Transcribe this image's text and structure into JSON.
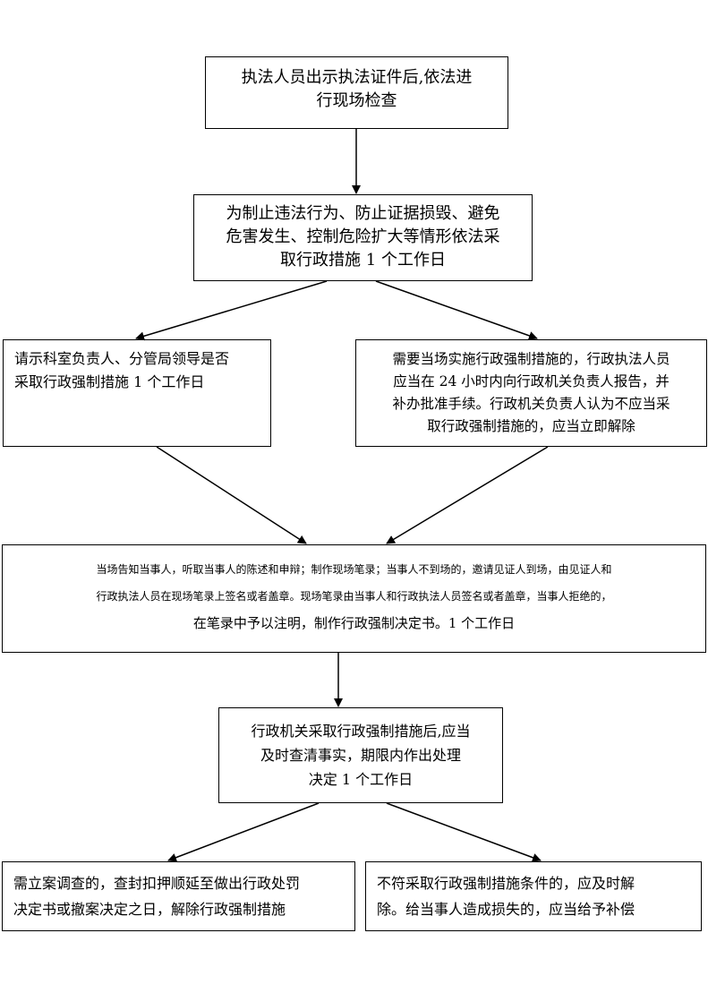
{
  "steps": {
    "inspect": {
      "line1": "执法人员出示执法证件后,依法进",
      "line2": "行现场检查"
    },
    "measures": {
      "line1": "为制止违法行为、防止证据损毁、避免",
      "line2": "危害发生、控制危险扩大等情形依法采",
      "line3": "取行政措施 1 个工作日"
    },
    "approval": {
      "line1": "请示科室负责人、分管局领导是否",
      "line2": "采取行政强制措施 1 个工作日"
    },
    "onsite": {
      "line1": "需要当场实施行政强制措施的，行政执法人员",
      "line2": "应当在 24 小时内向行政机关负责人报告，并",
      "line3": "补办批准手续。行政机关负责人认为不应当采",
      "line4": "取行政强制措施的，应当立即解除"
    },
    "notify": {
      "line1": "当场告知当事人，听取当事人的陈述和申辩；制作现场笔录；当事人不到场的，邀请见证人到场，由见证人和",
      "line2": "行政执法人员在现场笔录上签名或者盖章。现场笔录由当事人和行政执法人员签名或者盖章，当事人拒绝的，",
      "line3": "在笔录中予以注明，制作行政强制决定书。1 个工作日"
    },
    "decision": {
      "line1": "行政机关采取行政强制措施后,应当",
      "line2": "及时查清事实，期限内作出处理",
      "line3": "决定 1 个工作日"
    },
    "extend": {
      "line1": "需立案调查的，查封扣押顺延至做出行政处罚",
      "line2": "决定书或撤案决定之日，解除行政强制措施"
    },
    "release": {
      "line1": "不符采取行政强制措施条件的，应及时解",
      "line2": "除。给当事人造成损失的，应当给予补偿"
    }
  },
  "colors": {
    "line": "#000000",
    "background": "#ffffff"
  }
}
